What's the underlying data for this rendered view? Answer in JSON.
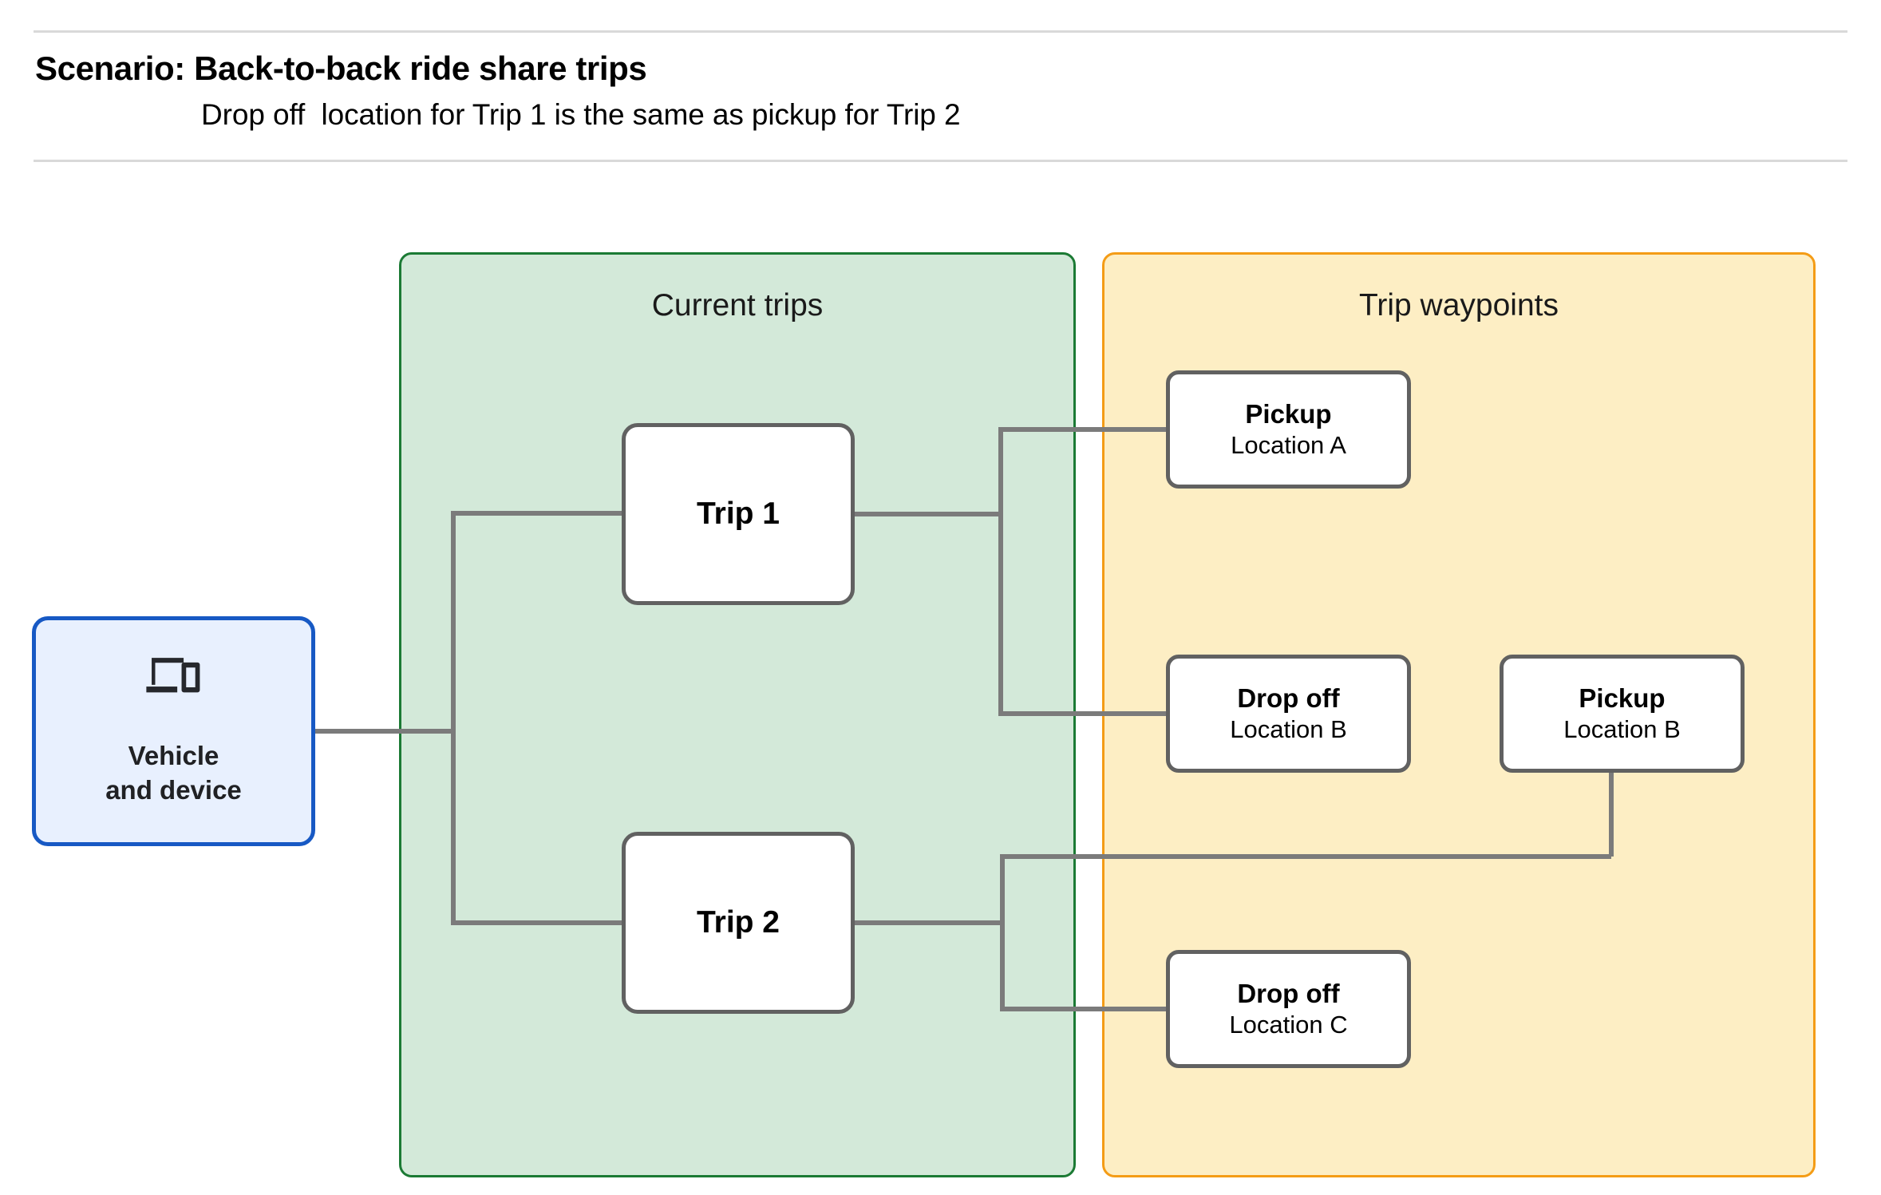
{
  "header": {
    "title": "Scenario: Back-to-back ride share trips",
    "subtitle": "Drop off  location for Trip 1 is the same as pickup for Trip 2"
  },
  "panels": {
    "current_trips": {
      "title": "Current trips",
      "fill": "#d3e9d9",
      "border": "#1b7a34"
    },
    "trip_waypoints": {
      "title": "Trip waypoints",
      "fill": "#fdeec4",
      "border": "#f49c16"
    }
  },
  "vehicle_node": {
    "icon": "devices-icon",
    "label_line1": "Vehicle",
    "label_line2": "and device",
    "fill": "#e8f0fe",
    "border": "#1759c4"
  },
  "trips": [
    {
      "label": "Trip 1"
    },
    {
      "label": "Trip 2"
    }
  ],
  "waypoints": [
    {
      "kind": "Pickup",
      "location": "Location A"
    },
    {
      "kind": "Drop off",
      "location": "Location B"
    },
    {
      "kind": "Pickup",
      "location": "Location B"
    },
    {
      "kind": "Drop off",
      "location": "Location C"
    }
  ],
  "connector_color": "#7b7b7b"
}
